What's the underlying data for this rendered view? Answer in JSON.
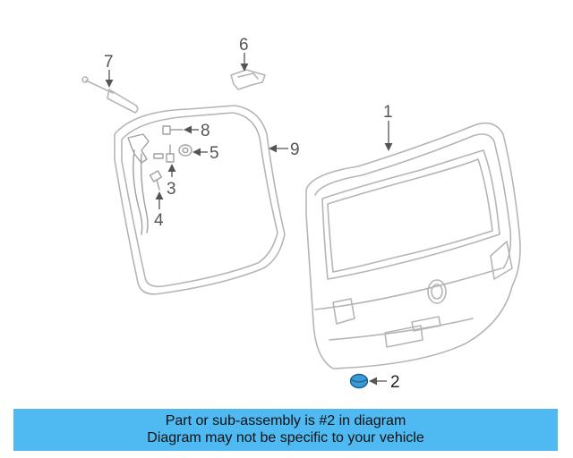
{
  "callouts": {
    "c1": "1",
    "c2": "2",
    "c3": "3",
    "c4": "4",
    "c5": "5",
    "c6": "6",
    "c7": "7",
    "c8": "8",
    "c9": "9"
  },
  "highlight_color": "#3a9ad6",
  "banner": {
    "background": "#4fb9f2",
    "line1": "Part or sub-assembly is #2 in diagram",
    "line2": "Diagram may not be specific to your vehicle"
  }
}
